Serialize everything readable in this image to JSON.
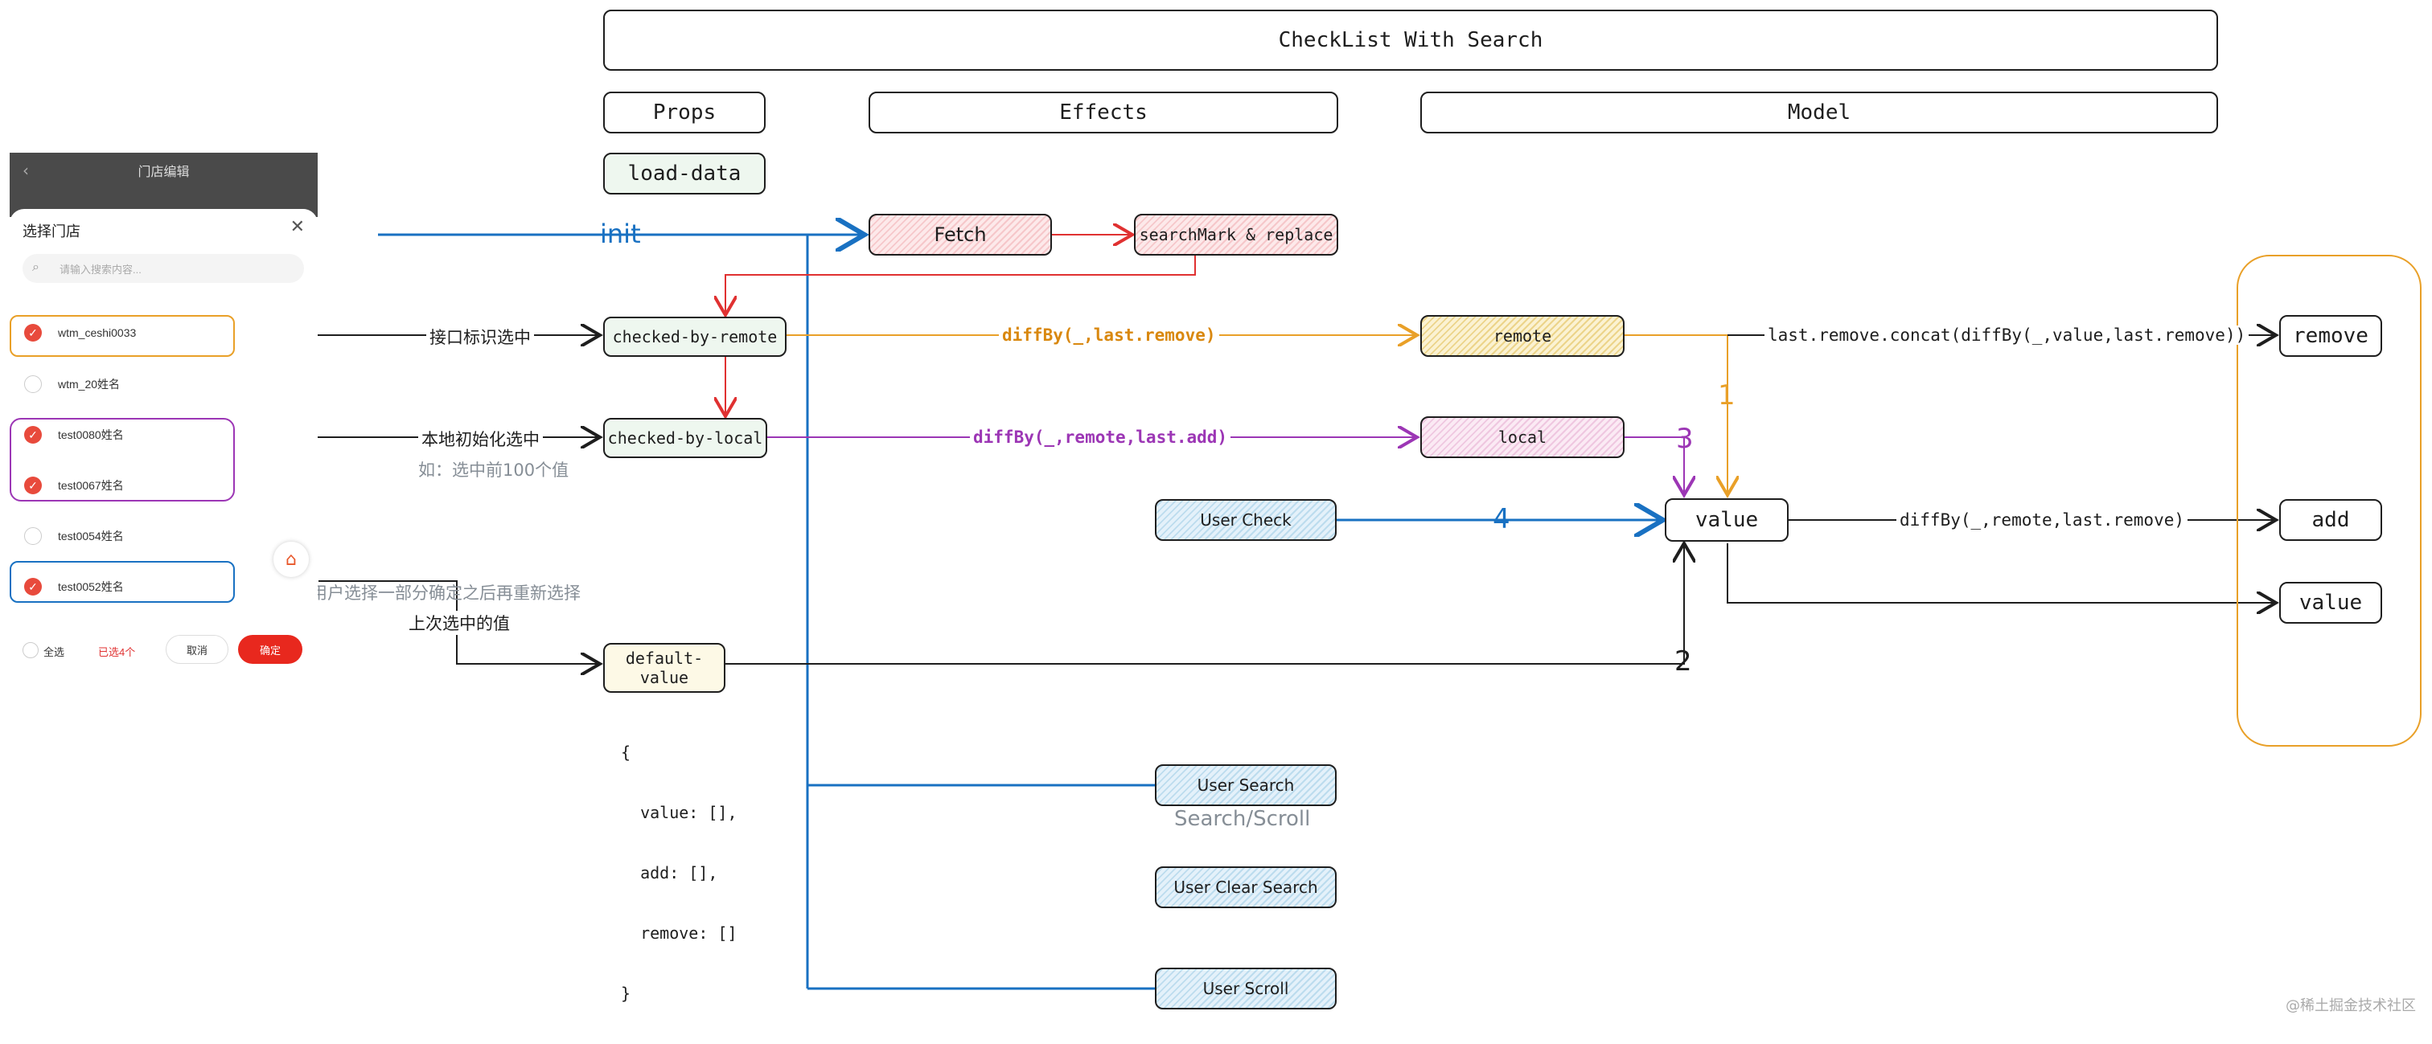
{
  "title": "CheckList With Search",
  "columns": {
    "props": "Props",
    "effects": "Effects",
    "model": "Model"
  },
  "nodes": {
    "load_data": "load-data",
    "fetch": "Fetch",
    "search_mark": "searchMark & replace",
    "checked_remote": "checked-by-remote",
    "checked_local": "checked-by-local",
    "default_value": "default-\nvalue",
    "remote": "remote",
    "local": "local",
    "value": "value",
    "user_check": "User Check",
    "user_search": "User Search",
    "user_clear_search": "User Clear Search",
    "user_scroll": "User Scroll",
    "out_remove": "remove",
    "out_add": "add",
    "out_value": "value"
  },
  "labels": {
    "init": "init",
    "api_mark": "接口标识选中",
    "local_init": "本地初始化选中",
    "local_init_example": "如：选中前100个值",
    "user_partial": "如：用户选择一部分确定之后再重新选择",
    "last_selected": "上次选中的值",
    "diff_remote": "diffBy(_,last.remove)",
    "diff_local": "diffBy(_,remote,last.add)",
    "remove_concat": "last.remove.concat(diffBy(_,value,last.remove))",
    "diff_add": "diffBy(_,remote,last.remove)",
    "search_scroll": "Search/Scroll",
    "n1": "1",
    "n2": "2",
    "n3": "3",
    "n4": "4"
  },
  "default_value_code": [
    "{",
    "  value: [],",
    "  add: [],",
    "  remove: []",
    "}"
  ],
  "phone": {
    "header": "门店编辑",
    "sheet_title": "选择门店",
    "search_placeholder": "请输入搜索内容...",
    "rows": [
      {
        "name": "wtm_ceshi0033",
        "checked": true
      },
      {
        "name": "wtm_20姓名",
        "checked": false
      },
      {
        "name": "test0080姓名",
        "checked": true
      },
      {
        "name": "test0067姓名",
        "checked": true
      },
      {
        "name": "test0054姓名",
        "checked": false
      },
      {
        "name": "test0052姓名",
        "checked": true
      }
    ],
    "select_all": "全选",
    "selected_count": "已选4个",
    "cancel": "取消",
    "confirm": "确定"
  },
  "watermark": "@稀土掘金技术社区",
  "colors": {
    "blue": "#1971c2",
    "orange": "#e9a028",
    "purple": "#9c36b5",
    "red": "#e03131",
    "orange_text": "#d9880f",
    "gray": "#868e96"
  }
}
